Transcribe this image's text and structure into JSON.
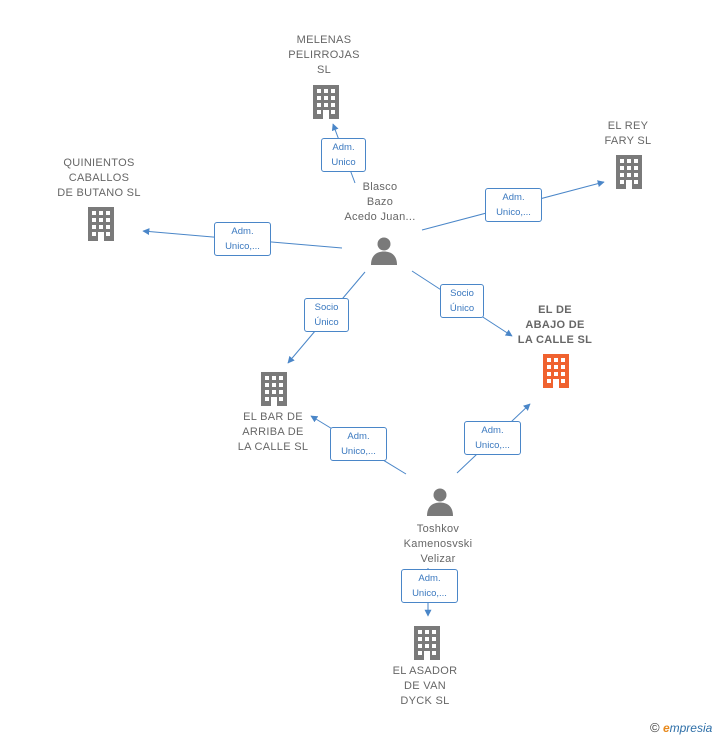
{
  "colors": {
    "edge": "#4a86c8",
    "building": "#7a7a7a",
    "building_highlight": "#f0622f",
    "person": "#7a7a7a",
    "label": "#666666"
  },
  "nodes": {
    "melenas": {
      "label": "MELENAS\nPELIRROJAS\nSL",
      "icon": "building-icon"
    },
    "quinientos": {
      "label": "QUINIENTOS\nCABALLOS\nDE BUTANO  SL",
      "icon": "building-icon"
    },
    "rey_fary": {
      "label": "EL REY\nFARY SL",
      "icon": "building-icon"
    },
    "blasco": {
      "label": "Blasco\nBazo\nAcedo Juan...",
      "icon": "person-icon"
    },
    "abajo": {
      "label": "EL DE\nABAJO DE\nLA CALLE  SL",
      "icon": "building-icon"
    },
    "bar_arriba": {
      "label": "EL BAR DE\nARRIBA DE\nLA CALLE  SL",
      "icon": "building-icon"
    },
    "toshkov": {
      "label": "Toshkov\nKamenosvski\nVelizar",
      "icon": "person-icon"
    },
    "asador": {
      "label": "EL ASADOR\nDE VAN\nDYCK  SL",
      "icon": "building-icon"
    }
  },
  "edges": [
    {
      "id": "blasco-melenas",
      "label": "Adm.\nUnico"
    },
    {
      "id": "blasco-quinientos",
      "label": "Adm.\nUnico,..."
    },
    {
      "id": "blasco-reyfary",
      "label": "Adm.\nUnico,..."
    },
    {
      "id": "blasco-bar",
      "label": "Socio\nÚnico"
    },
    {
      "id": "blasco-abajo",
      "label": "Socio\nÚnico"
    },
    {
      "id": "toshkov-bar",
      "label": "Adm.\nUnico,..."
    },
    {
      "id": "toshkov-abajo",
      "label": "Adm.\nUnico,..."
    },
    {
      "id": "toshkov-asador",
      "label": "Adm.\nUnico,..."
    }
  ],
  "credit": {
    "symbol": "©",
    "brand_initial": "e",
    "brand_rest": "mpresia"
  }
}
